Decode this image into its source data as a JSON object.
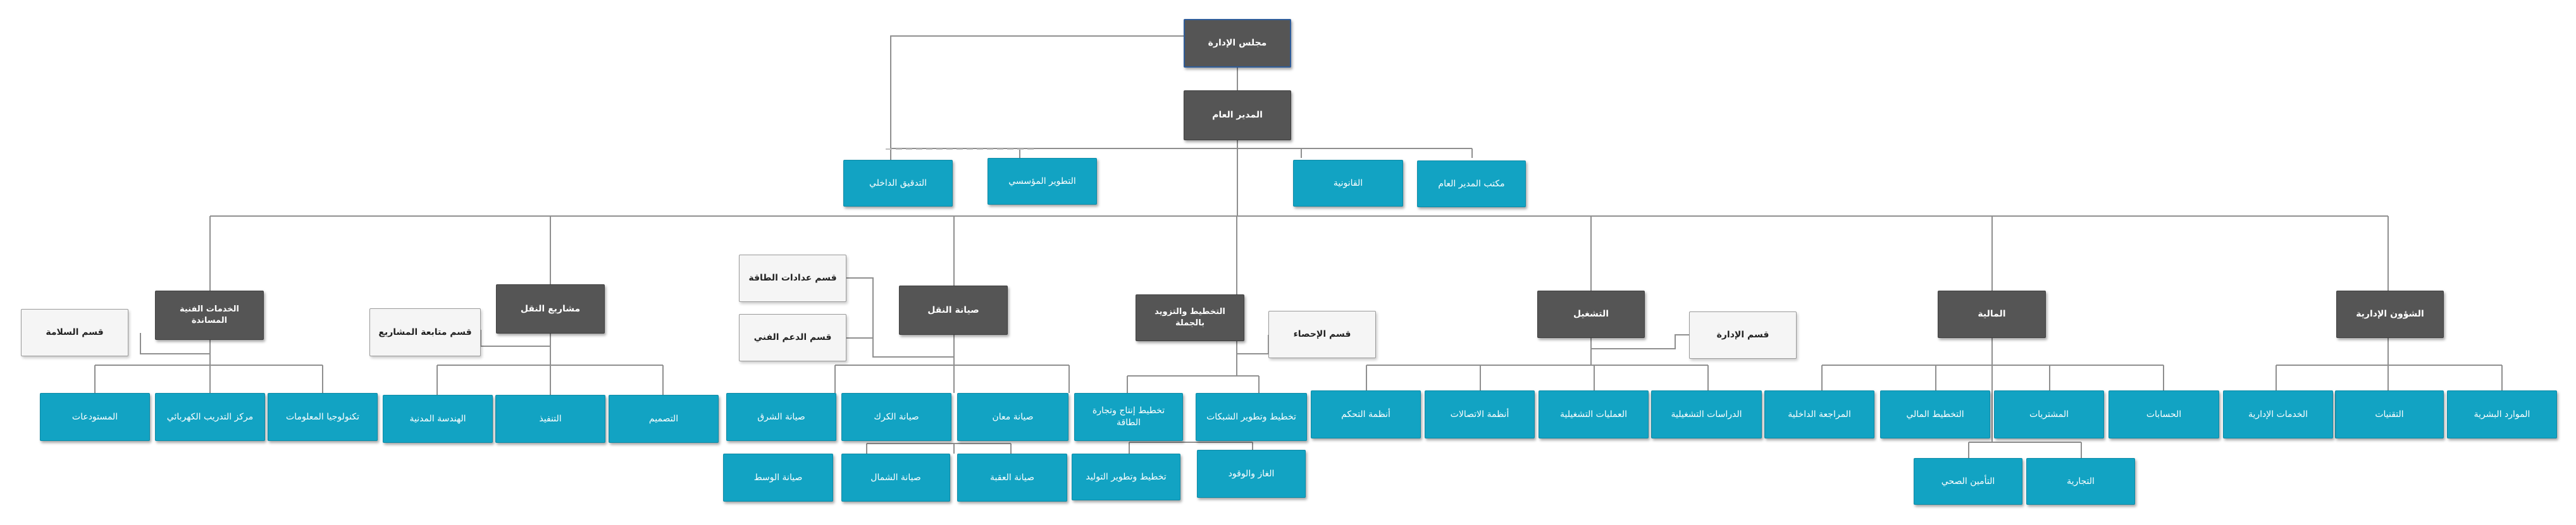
{
  "chart": {
    "board": "مجلس الإدارة",
    "gm": "المدير العام",
    "gm_units": {
      "gm_office": "مكتب المدير العام",
      "legal": "القانونية",
      "institutional_dev": "التطوير المؤسسي",
      "internal_audit": "التدقيق الداخلي"
    },
    "divisions": {
      "admin_affairs": {
        "title": "الشؤون الإدارية",
        "children": [
          "الموارد البشرية",
          "التقنيات",
          "الخدمات الإدارية"
        ]
      },
      "finance": {
        "title": "المالية",
        "children": [
          "الحسابات",
          "المشتريات",
          "التخطيط المالي",
          "المراجعة الداخلية"
        ],
        "sub": [
          "التأمين الصحي",
          "التجارية"
        ]
      },
      "operation": {
        "title": "التشغيل",
        "side": "قسم الإدارة",
        "children": [
          "الدراسات التشغيلية",
          "العمليات التشغيلية",
          "أنظمة الاتصالات",
          "أنظمة التحكم"
        ]
      },
      "planning": {
        "title": "التخطيط والتزويد بالجملة",
        "side": "قسم الإحصاء",
        "children": [
          "تخطيط وتطوير الشبكات",
          "تخطيط إنتاج وتجارة الطاقة"
        ],
        "sub": [
          "الغاز والوقود",
          "تخطيط وتطوير التوليد"
        ]
      },
      "transmission_maint": {
        "title": "صيانة النقل",
        "side": [
          "قسم عدادات الطاقة",
          "قسم الدعم الفني"
        ],
        "children": [
          "صيانة معان",
          "صيانة الكرك",
          "صيانة الشرق"
        ],
        "sub": [
          "صيانة العقبة",
          "صيانة الشمال",
          "صيانة الوسط"
        ]
      },
      "transmission_projects": {
        "title": "مشاريع النقل",
        "side": "قسم متابعة المشاريع",
        "children": [
          "التصميم",
          "التنفيذ",
          "الهندسة المدنية"
        ]
      },
      "tech_services": {
        "title": "الخدمات الفنية المساندة",
        "side": "قسم السلامة",
        "children": [
          "تكنولوجيا المعلومات",
          "مركز التدريب الكهربائي",
          "المستودعات"
        ]
      }
    }
  }
}
